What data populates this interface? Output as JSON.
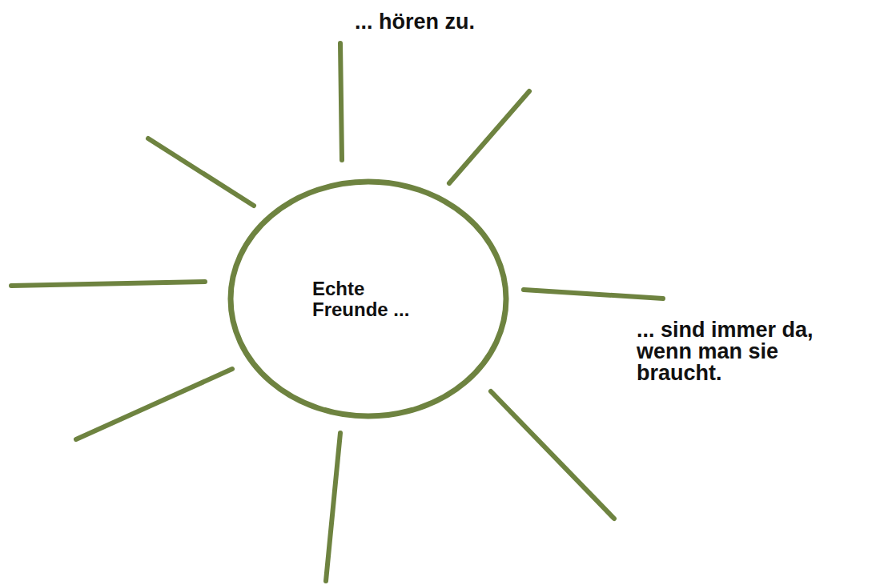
{
  "diagram": {
    "nodes": [
      {
        "text": [
          "Echte Freunde ..."
        ]
      }
    ],
    "labels": [
      "... hören zu.",
      "... sind immer da, wenn man sie braucht."
    ]
  }
}
